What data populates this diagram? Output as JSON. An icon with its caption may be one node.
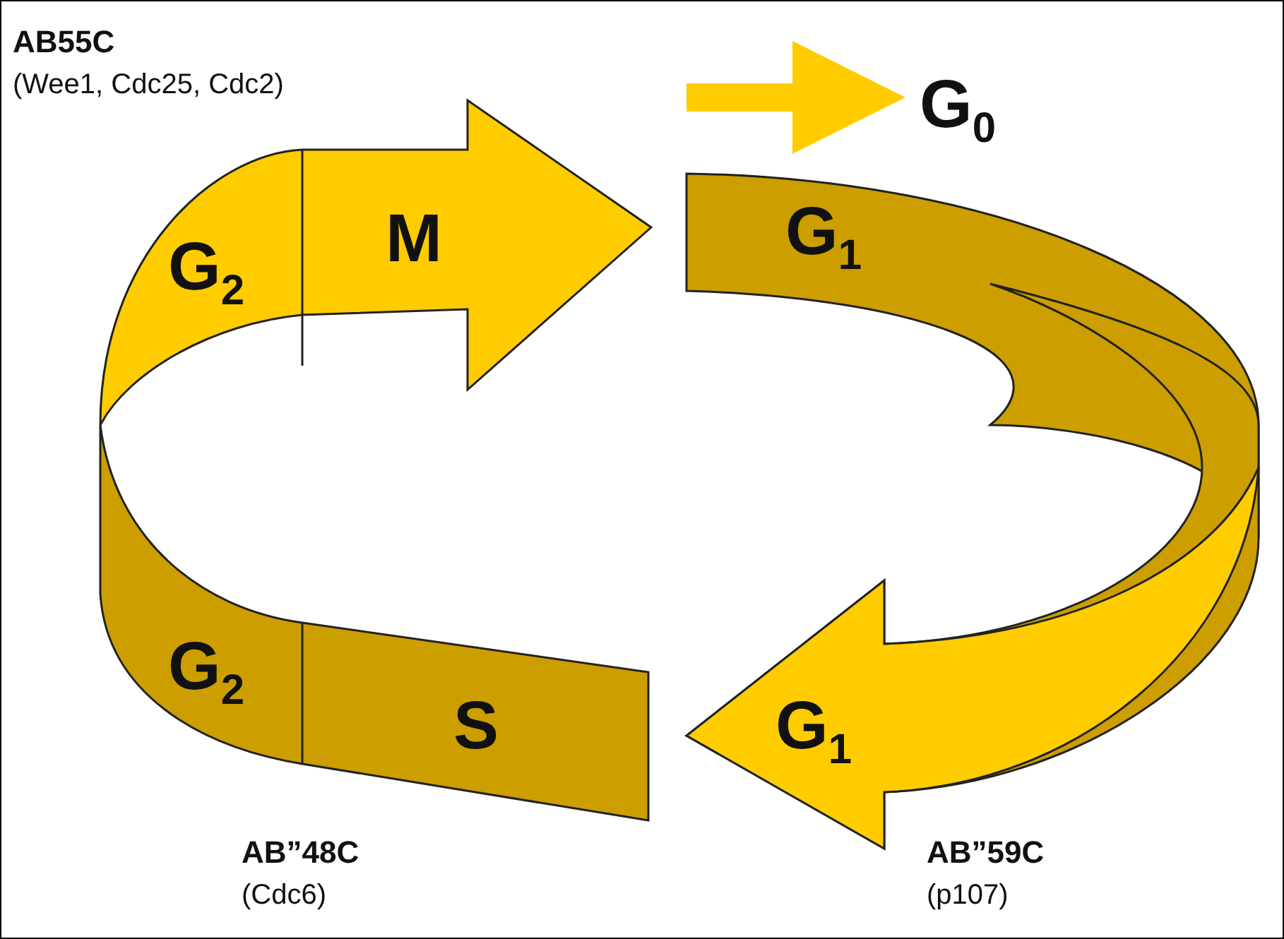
{
  "diagram": {
    "nodes": [
      {
        "text": [
          "G$_{2}$"
        ]
      },
      {
        "text": [
          "M"
        ]
      },
      {
        "text": [
          "G$_{0}$"
        ]
      },
      {
        "text": [
          "G$_{1}$"
        ]
      },
      {
        "text": [
          "G$_{2}$"
        ]
      },
      {
        "text": [
          "S"
        ]
      },
      {
        "text": [
          "G$_{1}$"
        ]
      }
    ],
    "edges": [
      {
        "from": null,
        "to": 2,
        "arrow": "to"
      }
    ],
    "labels": [
      "AB55C",
      "(Wee1, Cdc25, Cdc2)",
      "AB”48C",
      "AB”59C",
      "(Cdc6)",
      "(p107)"
    ]
  }
}
